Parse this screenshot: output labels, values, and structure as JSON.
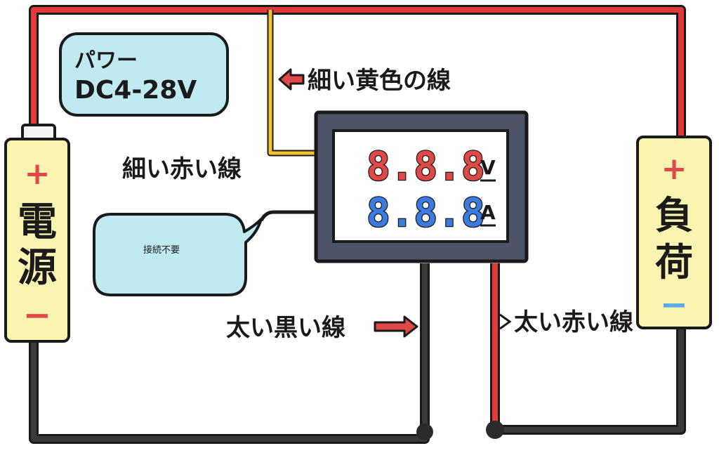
{
  "labels": {
    "power_spec_line1": "パワー",
    "power_spec_line2": "DC4-28V",
    "thin_yellow_wire": "細い黄色の線",
    "thin_red_wire": "細い赤い線",
    "no_connection_needed": "接続不要",
    "thick_black_wire": "太い黒い線",
    "thick_red_wire": "太い赤い線"
  },
  "power_source": {
    "plus": "+",
    "name_char1": "電",
    "name_char2": "源",
    "minus": "−"
  },
  "load": {
    "plus": "+",
    "name_char1": "負",
    "name_char2": "荷",
    "minus": "−"
  },
  "meter": {
    "voltage_digits": "8.8.8",
    "voltage_unit": "V",
    "current_digits": "8.8.8",
    "current_unit": "A"
  },
  "colors": {
    "red_wire": "#e13a3a",
    "black_wire": "#2b2b2b",
    "yellow_wire": "#f2c230",
    "battery_fill": "#fbf3b0",
    "bubble_fill": "#bfeaf2",
    "meter_frame": "#4e5468",
    "voltage_digits": "#e04848",
    "current_digits": "#3a7be0",
    "arrow": "#e04848",
    "minus_sign": "#5aa9e6"
  }
}
